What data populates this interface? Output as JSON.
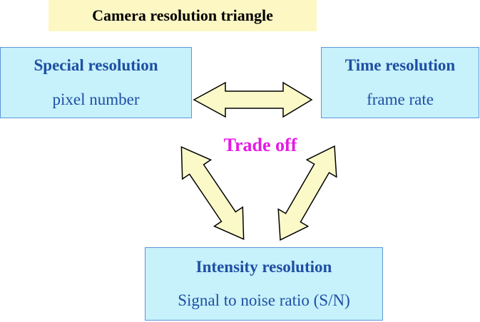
{
  "title": "Camera resolution triangle",
  "boxes": {
    "spatial": {
      "title": "Special resolution",
      "subtitle": "pixel number"
    },
    "time": {
      "title": "Time resolution",
      "subtitle": "frame rate"
    },
    "intensity": {
      "title": "Intensity resolution",
      "subtitle": "Signal to noise ratio (S/N)"
    }
  },
  "center_label": "Trade off",
  "colors": {
    "title_background": "#fdf7c3",
    "box_fill": "#c7f1fb",
    "box_border": "#5d95d8",
    "box_text": "#1e4fa3",
    "trade_off_text": "#e619e6",
    "arrow_fill": "#fbf9c8",
    "arrow_stroke": "#000000"
  }
}
